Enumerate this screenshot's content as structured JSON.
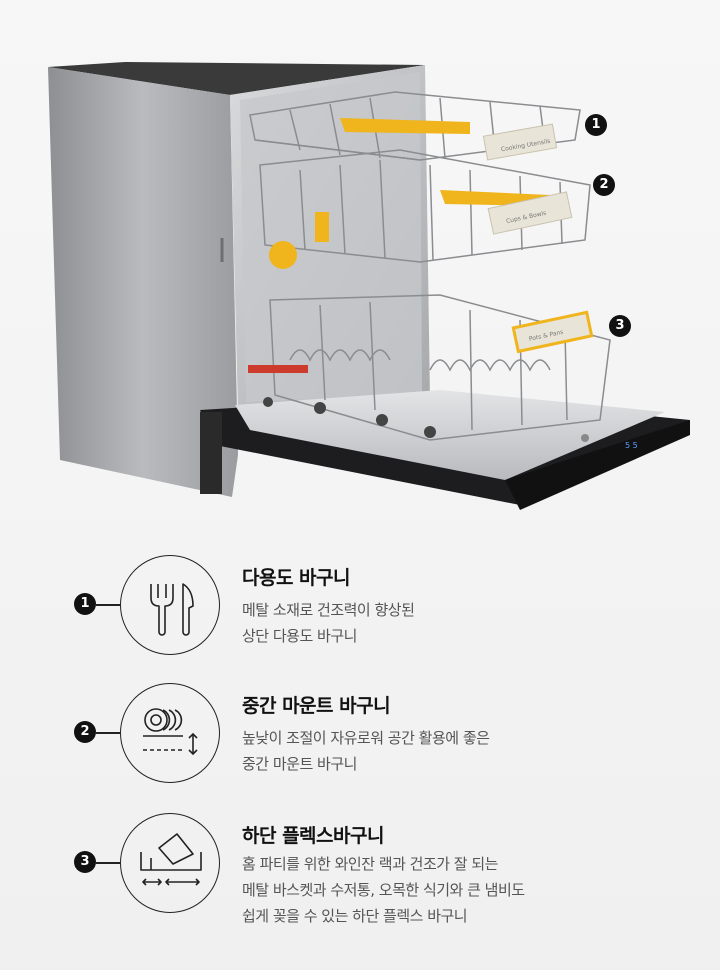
{
  "hero": {
    "rack_labels": [
      "Cooking Utensils",
      "Cups & Bowls",
      "Pots & Pans"
    ],
    "badges": [
      "1",
      "2",
      "3"
    ],
    "display_text": "5 5"
  },
  "features": [
    {
      "number": "1",
      "icon": "fork-knife-icon",
      "title": "다용도 바구니",
      "desc": [
        "메탈 소재로 건조력이 향상된",
        "상단 다용도 바구니"
      ]
    },
    {
      "number": "2",
      "icon": "plates-height-icon",
      "title": "중간 마운트 바구니",
      "desc": [
        "높낮이 조절이 자유로워 공간 활용에 좋은",
        "중간 마운트 바구니"
      ]
    },
    {
      "number": "3",
      "icon": "flex-rack-icon",
      "title": "하단 플렉스바구니",
      "desc": [
        "홈 파티를 위한 와인잔 랙과 건조가 잘 되는",
        "메탈 바스켓과 수저통, 오목한 식기와 큰 냄비도",
        "쉽게 꽂을 수 있는 하단 플렉스 바구니"
      ]
    }
  ]
}
